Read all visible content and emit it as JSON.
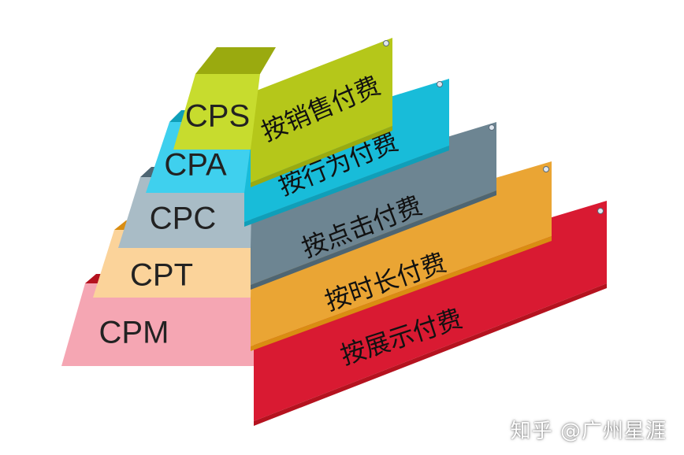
{
  "pyramid": {
    "levels": [
      {
        "code": "CPS",
        "desc": "按销售付费",
        "front_color": "#c7dc2e",
        "side_color": "#b5c71a",
        "dark_color": "#9aaa0f"
      },
      {
        "code": "CPA",
        "desc": "按行为付费",
        "front_color": "#3fd0ee",
        "side_color": "#18bcd9",
        "dark_color": "#0f9fb9"
      },
      {
        "code": "CPC",
        "desc": "按点击付费",
        "front_color": "#a9bcc6",
        "side_color": "#6d8592",
        "dark_color": "#4e6572"
      },
      {
        "code": "CPT",
        "desc": "按时长付费",
        "front_color": "#fbd39a",
        "side_color": "#eaa534",
        "dark_color": "#d98d12"
      },
      {
        "code": "CPM",
        "desc": "按展示付费",
        "front_color": "#f5a6b3",
        "side_color": "#d91a32",
        "dark_color": "#b5121f"
      }
    ]
  },
  "watermark": {
    "text": "知乎 @广州星涯"
  }
}
